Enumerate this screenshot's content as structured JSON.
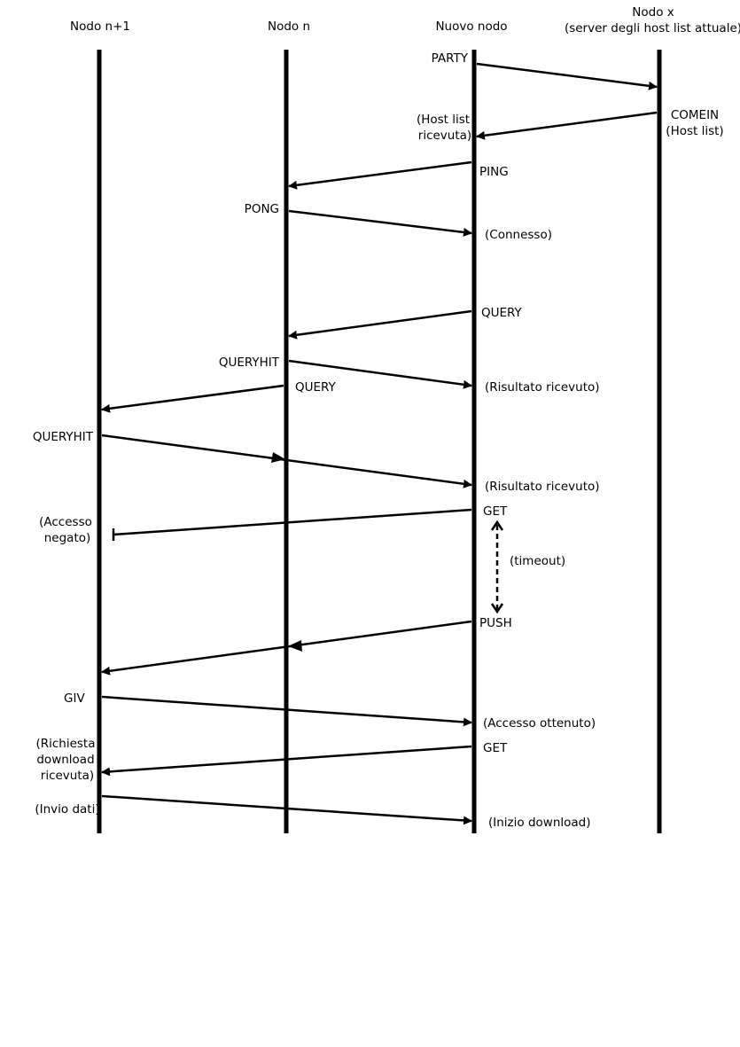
{
  "nodes": [
    {
      "lines": [
        "Nodo n+1"
      ]
    },
    {
      "lines": [
        "Nodo n"
      ]
    },
    {
      "lines": [
        "Nuovo nodo"
      ]
    },
    {
      "lines": [
        "Nodo x",
        "(server degli host list attuale)"
      ]
    }
  ],
  "labels": {
    "party": "PARTY",
    "comein": "COMEIN",
    "comein_note": "(Host list)",
    "host_list_received_1": "(Host list",
    "host_list_received_2": "ricevuta)",
    "ping": "PING",
    "pong": "PONG",
    "connected": "(Connesso)",
    "query_1": "QUERY",
    "queryhit_1": "QUERYHIT",
    "query_2": "QUERY",
    "result_1": "(Risultato ricevuto)",
    "queryhit_2": "QUERYHIT",
    "result_2": "(Risultato ricevuto)",
    "get_1": "GET",
    "denied_1": "(Accesso",
    "denied_2": "negato)",
    "timeout": "(timeout)",
    "push": "PUSH",
    "giv": "GIV",
    "access_granted": "(Accesso ottenuto)",
    "get_2": "GET",
    "download_request_1": "(Richiesta",
    "download_request_2": "download",
    "download_request_3": "ricevuta)",
    "sending_data": "(Invio dati)",
    "download_start": "(Inizio download)"
  }
}
